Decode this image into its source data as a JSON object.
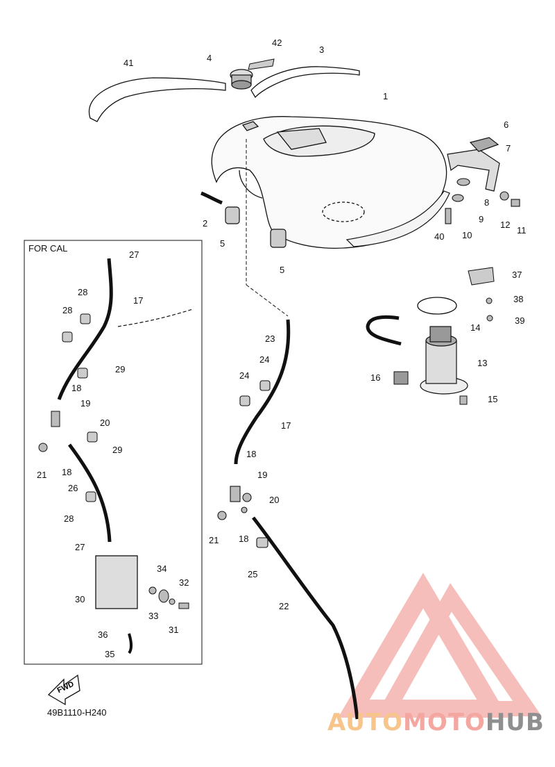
{
  "diagram": {
    "drawing_code": "49B1110-H240",
    "inset_label": "FOR CAL",
    "fwd_label": "FWD",
    "watermark": {
      "part1": "AUTO",
      "part2": "MOTO",
      "part3": "HUB"
    },
    "callouts": [
      "1",
      "2",
      "3",
      "4",
      "5",
      "5",
      "6",
      "7",
      "8",
      "9",
      "10",
      "11",
      "12",
      "13",
      "14",
      "15",
      "16",
      "17",
      "17",
      "18",
      "18",
      "18",
      "18",
      "19",
      "19",
      "20",
      "20",
      "21",
      "21",
      "22",
      "23",
      "24",
      "24",
      "25",
      "26",
      "27",
      "27",
      "28",
      "28",
      "28",
      "29",
      "29",
      "30",
      "31",
      "32",
      "33",
      "34",
      "35",
      "36",
      "37",
      "38",
      "39",
      "40",
      "41",
      "42"
    ]
  }
}
